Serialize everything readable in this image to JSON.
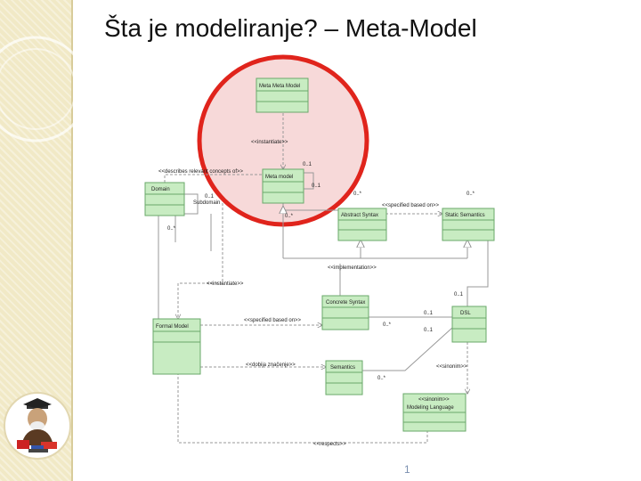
{
  "slide": {
    "title": "Šta je modeliranje? – Meta-Model",
    "page_number": "1"
  },
  "diagram": {
    "classes": {
      "meta_meta_model": "Meta Meta Model",
      "meta_model": "Meta model",
      "domain": "Domain",
      "abstract_syntax": "Abstract Syntax",
      "static_semantics": "Static Semantics",
      "concrete_syntax": "Concrete Syntax",
      "dsl": "DSL",
      "formal_model": "Formal Model",
      "semantics": "Semantics",
      "modeling_language_stereotype": "<<sinonim>>",
      "modeling_language": "Modeling Language"
    },
    "labels": {
      "instantiate_top": "<<instantiate>>",
      "describes_relevant_concepts": "<<describes relevant concepts of>>",
      "mult_0_1_top": "0..1",
      "mult_0_1_right": "0..1",
      "mult_0_1_domain": "0..1",
      "subdomain": "Subdomain",
      "mult_0_star_domain": "0..*",
      "mult_0_star_metamodel": "0..*",
      "mult_0_star_abs": "0..*",
      "specified_based_on_top": "<<specified based on>>",
      "mult_0_star_static": "0..*",
      "implementation": "<<implementation>>",
      "instantiate_bottom": "<<instantiate>>",
      "mult_0_1_dsl_top": "0..1",
      "specified_based_on_bottom": "<<specified based on>>",
      "mult_0_1_dsl_mid": "0..1",
      "mult_0_star_concrete": "0..*",
      "mult_0_1_dsl_low": "0..1",
      "dobija_znacenje": "<<dobija značenje>>",
      "sinonim": "<<sinonim>>",
      "mult_0_star_semantics": "0..*",
      "respects": "<<respects>>"
    },
    "highlight_color": "#e0241c",
    "highlight_fill": "#f7d9d9",
    "class_fill": "#c8ecc2",
    "class_border": "#6aa86a"
  },
  "icon": "professor-with-books-clipart"
}
